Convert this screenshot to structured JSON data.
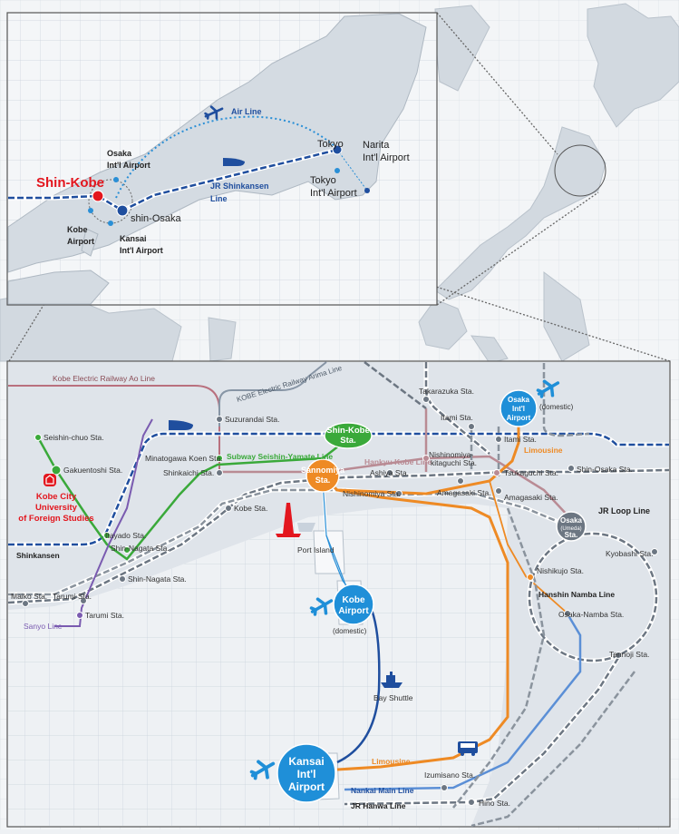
{
  "colors": {
    "shinkansen": "#1f4e9e",
    "airport": "#1f8fd8",
    "limousine": "#ee8a24",
    "subway_seishin_yamate": "#3aa93a",
    "hankyu": "#b98b94",
    "sanyo": "#7a5bb0",
    "highlight": "#e3161e"
  },
  "inset": {
    "air_line": "Air Line",
    "shinkansen_1": "JR Shinkansen",
    "shinkansen_2": "Line",
    "shin_kobe": "Shin-Kobe",
    "shin_osaka": "shin-Osaka",
    "osaka_airport_1": "Osaka",
    "osaka_airport_2": "Int'l Airport",
    "kobe_airport_1": "Kobe",
    "kobe_airport_2": "Airport",
    "kansai_airport_1": "Kansai",
    "kansai_airport_2": "Int'l Airport",
    "tokyo": "Tokyo",
    "narita_1": "Narita",
    "narita_2": "Int'l Airport",
    "tokyo_airport_1": "Tokyo",
    "tokyo_airport_2": "Int'l Airport"
  },
  "detail": {
    "hubs": {
      "shin_kobe_1": "Shin-Kobe",
      "shin_kobe_2": "Sta.",
      "sannomiya_1": "Sannomiya",
      "sannomiya_2": "Sta.",
      "osaka_1": "Osaka",
      "osaka_2": "(Umeda)",
      "osaka_3": "Sta.",
      "osaka_airport_1": "Osaka",
      "osaka_airport_2": "Int'l",
      "osaka_airport_3": "Airport",
      "kobe_airport_1": "Kobe",
      "kobe_airport_2": "Airport",
      "kansai_airport_1": "Kansai",
      "kansai_airport_2": "Int'l",
      "kansai_airport_3": "Airport"
    },
    "lines": {
      "ao": "Kobe Electric Railway Ao Line",
      "arima": "KOBE Electric Railway Arima Line",
      "seishin_yamate": "Subway Seishin-Yamate Line",
      "hankyu_kobe": "Hankyu Kobe Line",
      "limousine": "Limousine",
      "jr_loop": "JR Loop Line",
      "hanshin_namba": "Hanshin Namba Line",
      "nankai": "Nankai Main Line",
      "jr_hanwa": "JR Hanwa Line",
      "shinkansen": "Shinkansen",
      "sanyo": "Sanyo Line"
    },
    "labels": {
      "port_island": "Port Island",
      "domestic": "(domestic)",
      "bay_shuttle": "Bay Shuttle",
      "university_1": "Kobe City",
      "university_2": "University",
      "university_3": "of Foreign Studies"
    },
    "stations": {
      "suzurandai": "Suzurandai Sta.",
      "minatogawa": "Minatogawa Koen Sta.",
      "shinkaichi": "Shinkaichi Sta.",
      "seishin_chuo": "Seishin-chuo Sta.",
      "gakuentoshi": "Gakuentoshi Sta.",
      "itayado": "Itayado Sta.",
      "shin_nagata": "Shin-Nagata Sta.",
      "kobe": "Kobe Sta.",
      "maiko": "Maiko Sta.",
      "tarumi": "Tarumi Sta.",
      "takarazuka": "Takarazuka Sta.",
      "itami": "Itami Sta.",
      "nishinomiya_kitaguchi_1": "Nishinomiya-",
      "nishinomiya_kitaguchi_2": "kitaguchi Sta.",
      "ashiya": "Ashiya Sta.",
      "nishinomiya": "Nishinomiya Sta.",
      "amagasaki": "Amagasaki Sta.",
      "tsukaguchi": "Tsukaguchi Sta.",
      "shin_osaka": "Shin-Osaka Sta.",
      "kyobashi": "Kyobashi Sta.",
      "nishikujo": "Nishikujo Sta.",
      "osaka_namba": "Osaka-Namba Sta.",
      "tennoji": "Tennoji Sta.",
      "izumisano": "Izumisano Sta.",
      "hino": "Hino Sta."
    }
  }
}
